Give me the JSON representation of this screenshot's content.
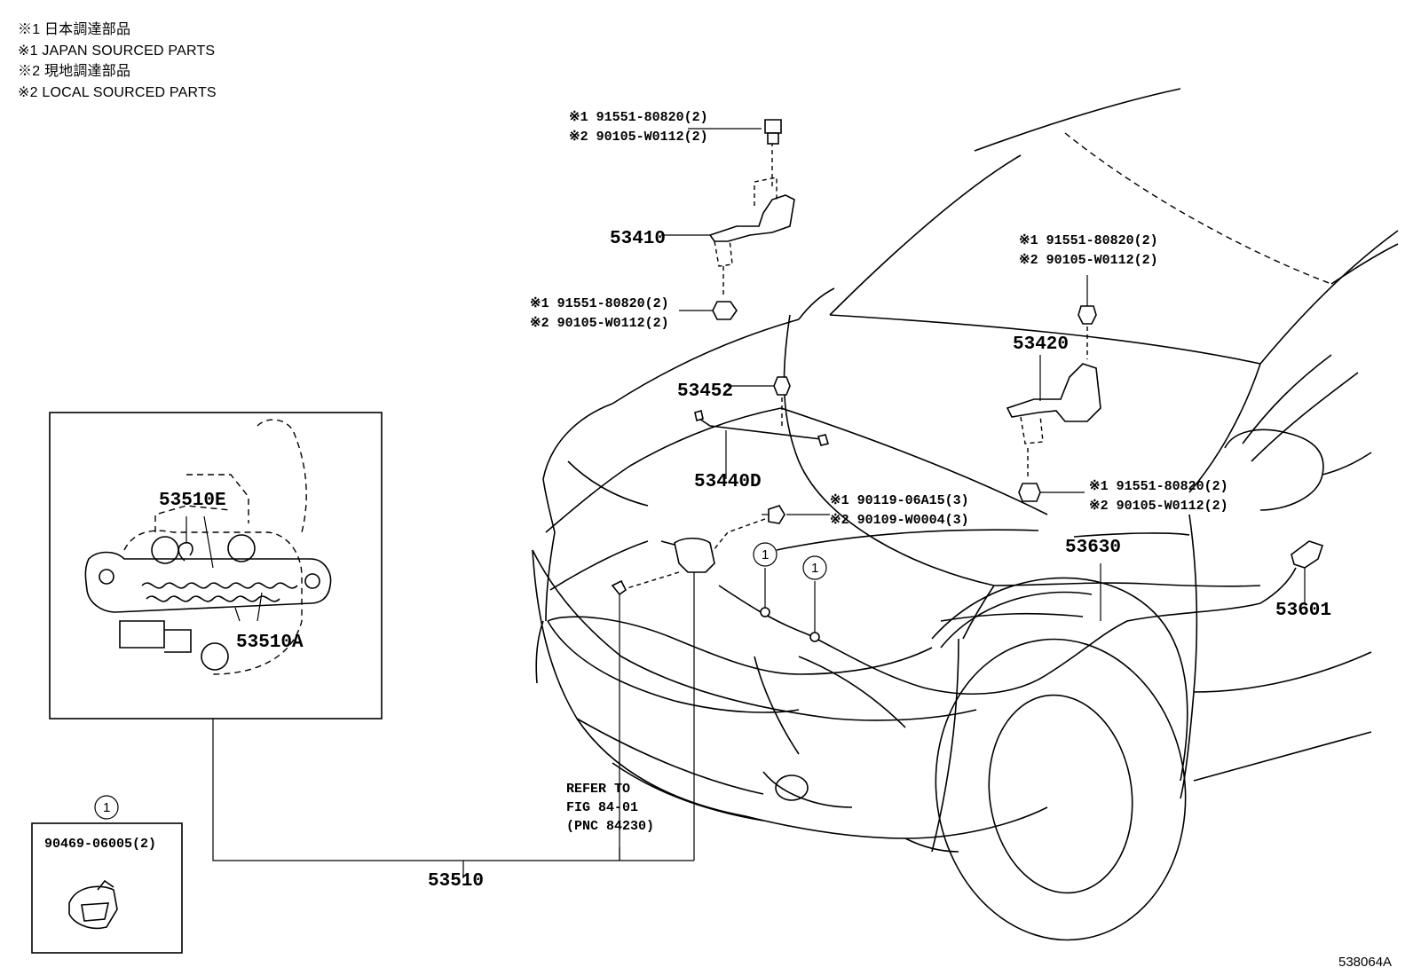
{
  "notes": [
    "※1 日本調達部品",
    "※1 JAPAN SOURCED PARTS",
    "※2 現地調達部品",
    "※2 LOCAL SOURCED PARTS"
  ],
  "callouts": {
    "hinge_lh": "53410",
    "hinge_rh": "53420",
    "bolt_top_1": "※1 91551-80820(2)",
    "bolt_top_2": "※2 90105-W0112(2)",
    "bolt_lhlow_1": "※1 91551-80820(2)",
    "bolt_lhlow_2": "※2 90105-W0112(2)",
    "bolt_rhtop_1": "※1 91551-80820(2)",
    "bolt_rhtop_2": "※2 90105-W0112(2)",
    "bolt_rhlow_1": "※1 91551-80820(2)",
    "bolt_rhlow_2": "※2 90105-W0112(2)",
    "latch_bolt_1": "※1 90119-06A15(3)",
    "latch_bolt_2": "※2 90109-W0004(3)",
    "stay_holder": "53452",
    "support_rod": "53440D",
    "release_cable": "53630",
    "release_lever": "53601",
    "hood_lock": "53510",
    "spring_e": "53510E",
    "spring_a": "53510A",
    "clamp": "90469-06005(2)",
    "circle_ref": "1",
    "refer_1": "REFER TO",
    "refer_2": "FIG 84-01",
    "refer_3": "(PNC 84230)",
    "figure_id": "538064A"
  }
}
